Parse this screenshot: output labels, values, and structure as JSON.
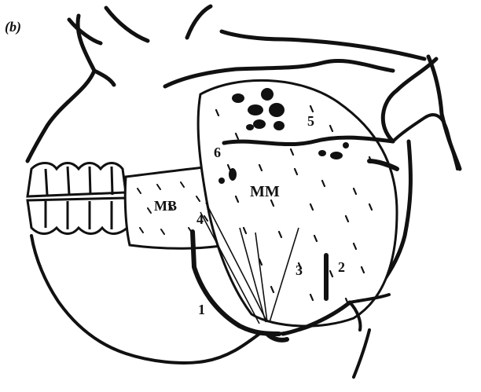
{
  "figure": {
    "panel_label": "(b)",
    "labels": {
      "mb": "MB",
      "mm": "MM",
      "n1": "1",
      "n2": "2",
      "n3": "3",
      "n4": "4",
      "n5": "5",
      "n6": "6"
    }
  }
}
